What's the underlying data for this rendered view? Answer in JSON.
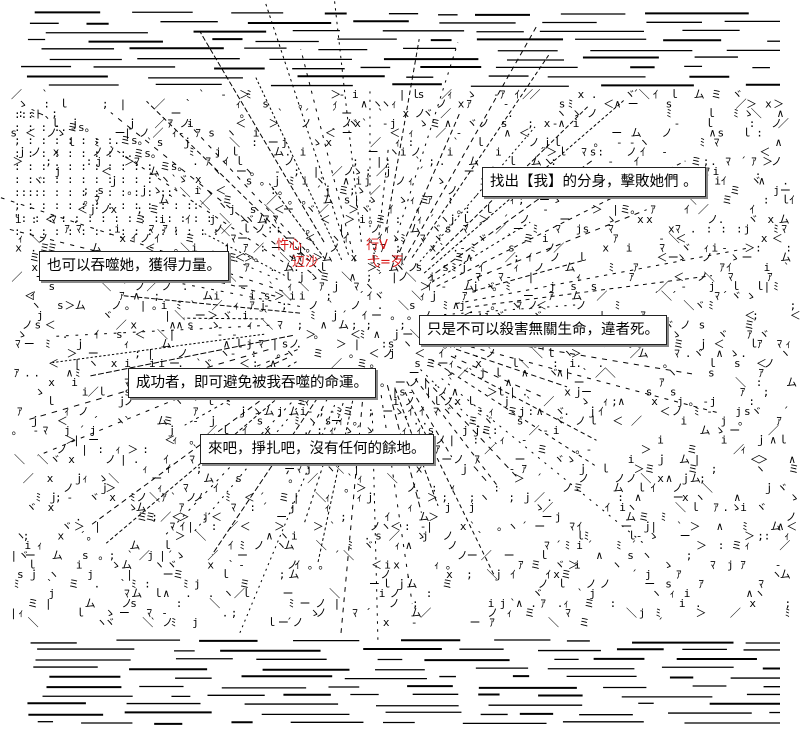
{
  "bubbles": {
    "find_self": "找出【我】的分身，擊敗她們 。",
    "devour": "也可以吞噬她，獲得力量。",
    "no_kill": "只是不可以殺害無關生命，違者死。",
    "success": "成功者，即可避免被我吞噬的命運。",
    "struggle": "來吧，掙扎吧，沒有任何的餘地。"
  },
  "red_marks": [
    "忤心",
    "辺沙",
    "行V",
    "弋=歹"
  ],
  "art_rows": [
    ":::ト、",
    ": : : :.ミs。",
    "; : : : : : : :.ミs。",
    ": : : : : : : : :.ミs。",
    ": : : : : : : : : : : ミs。",
    ": : : : : : : : : : :`ヽ`ゞ x",
    "::::: : : : : : : : : ::`＼ `ヽ",
    "; : : : : : : : : : : : : ::＼  ヽ",
    "\": : : : : : : : : : : : : : : ＼  ゝ",
    ": : : : : : : : : : : : : : : :＼"
  ]
}
